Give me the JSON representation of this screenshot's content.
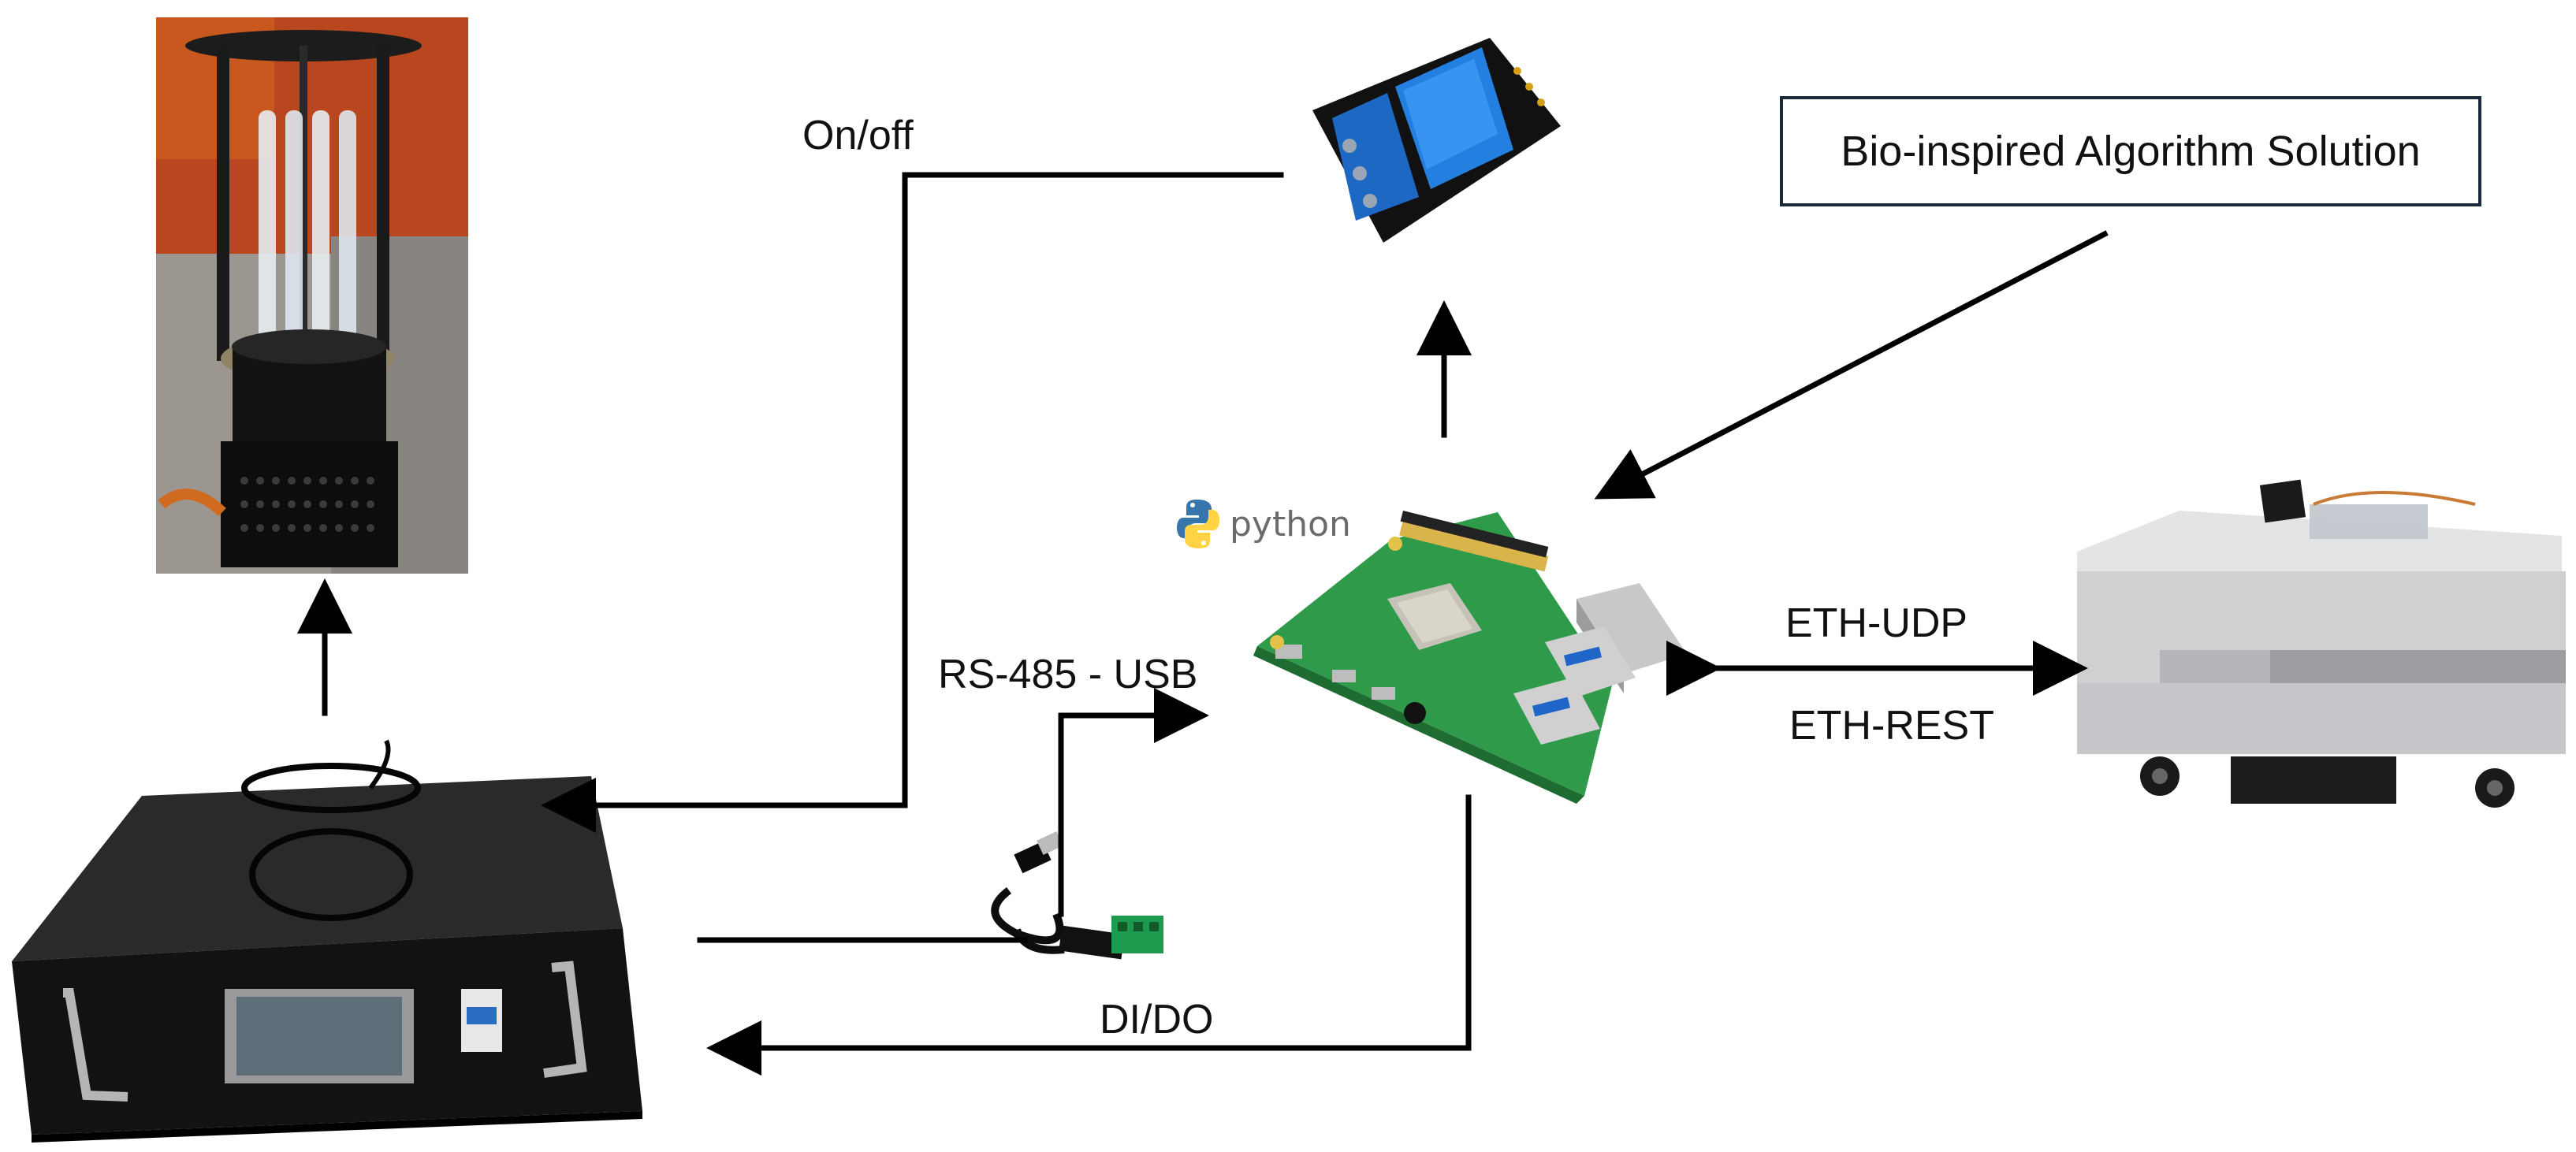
{
  "labels": {
    "on_off": "On/off",
    "rs485_usb": "RS-485 - USB",
    "eth_udp": "ETH-UDP",
    "eth_rest": "ETH-REST",
    "di_do": "DI/DO",
    "bio_inspired": "Bio-inspired Algorithm Solution",
    "python": "python"
  },
  "colors": {
    "line": "#000000",
    "box_border": "#1b2a3a",
    "pcb_green": "#2f9a4a",
    "relay_blue": "#1c6fc9",
    "cabinet_black": "#1a1a1a",
    "robot_gray": "#c9cacc"
  },
  "icons": {
    "uv_lamp": "uv-lamp-photo",
    "power_cabinet": "power-supply-cabinet-photo",
    "relay_module": "relay-module-photo",
    "usb_adapter": "rs485-usb-adapter-photo",
    "raspberry_pi": "raspberry-pi-board-photo",
    "mobile_robot": "mobile-robot-photo",
    "python_logo": "python-logo-icon"
  }
}
